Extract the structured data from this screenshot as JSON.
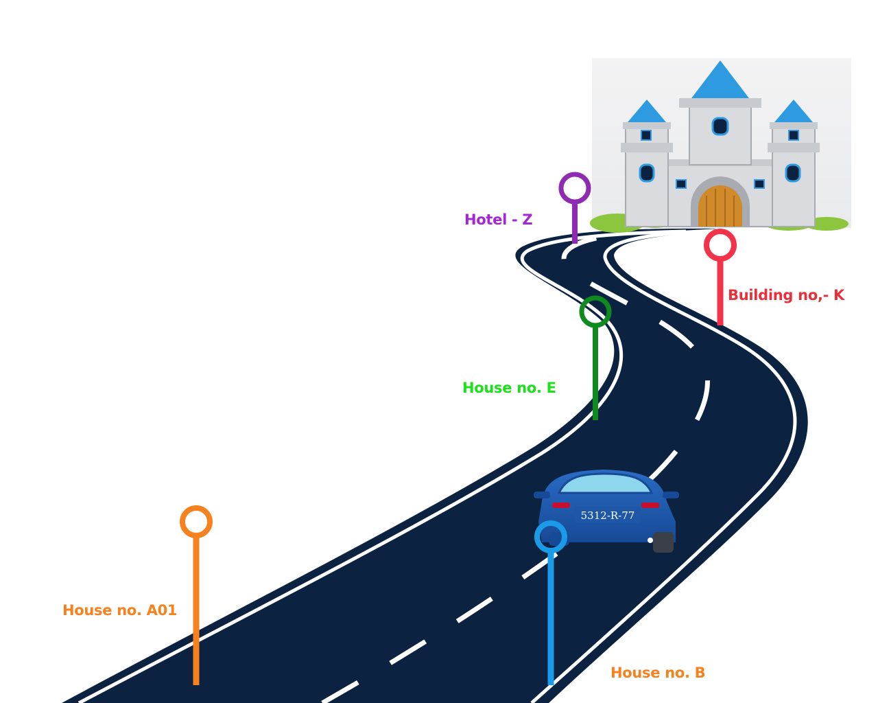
{
  "markers": [
    {
      "id": "a01",
      "label": "House no. A01",
      "color": "#F5821F"
    },
    {
      "id": "b",
      "label": "House no. B",
      "color": "#1A9BE8"
    },
    {
      "id": "e",
      "label": "House no. E",
      "color": "#1DE01D",
      "pin_color": "#0E8A1E"
    },
    {
      "id": "z",
      "label": "Hotel - Z",
      "color": "#A526D8",
      "pin_color": "#8E2BB0"
    },
    {
      "id": "k",
      "label": "Building no,- K",
      "color": "#E8303A",
      "pin_color": "#F2334A"
    }
  ],
  "car": {
    "plate": "5312-R-77",
    "color": "#1E56A8"
  },
  "road": {
    "color": "#0B2240",
    "line_color": "#ffffff"
  },
  "castle": {
    "roof_color": "#2E9BE0",
    "wall_color": "#D9DBDE",
    "door_color": "#D08A2A",
    "bush_color": "#8CC63F"
  }
}
